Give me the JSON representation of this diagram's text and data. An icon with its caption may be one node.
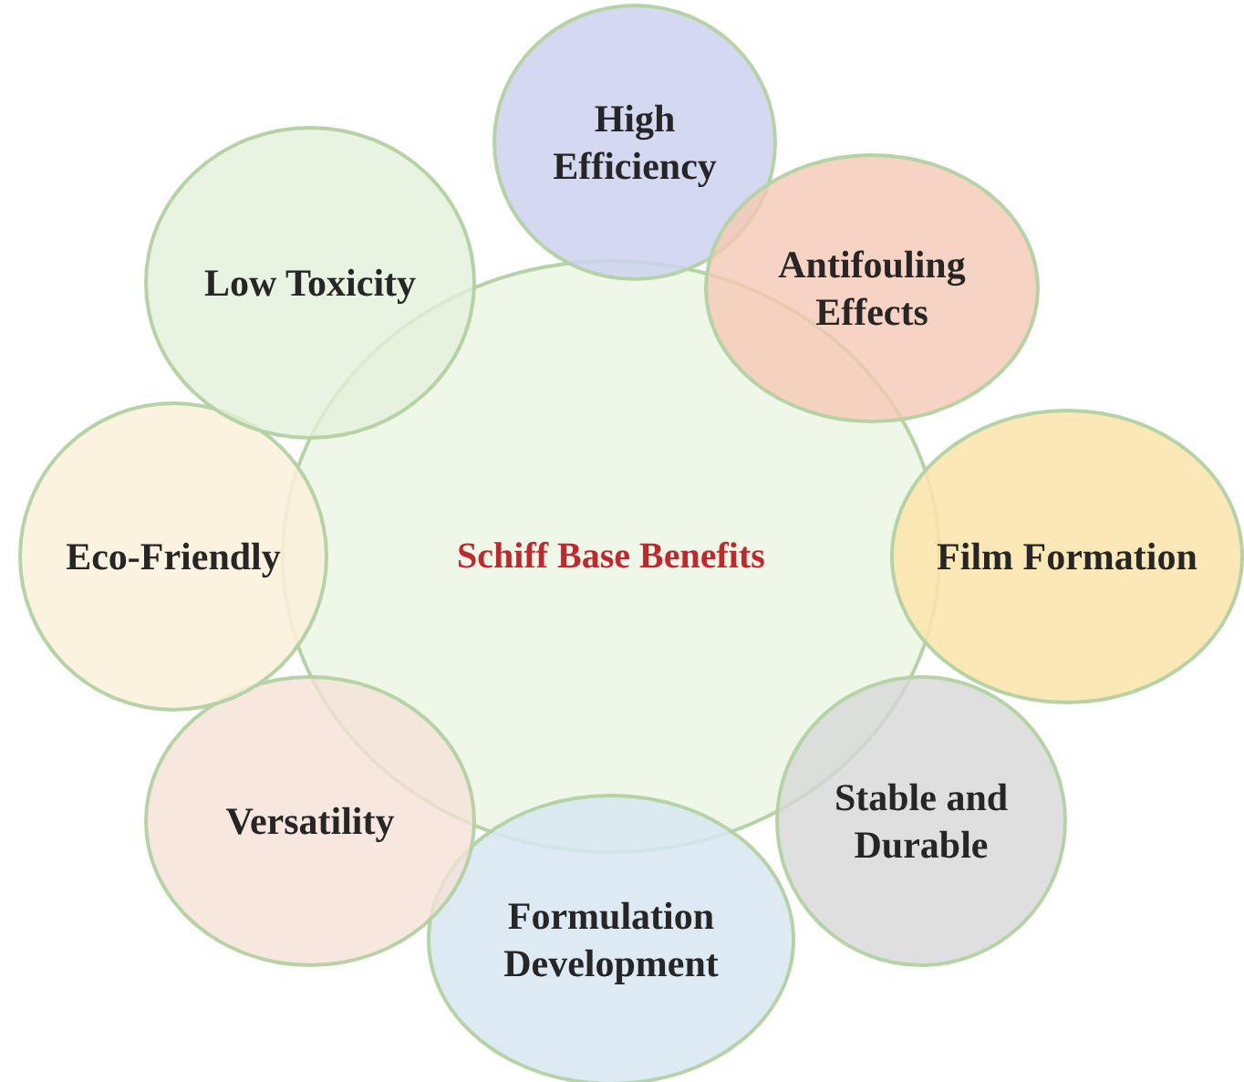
{
  "diagram": {
    "nodes": [
      {
        "text": [
          "Schiff Base Benefits"
        ]
      },
      {
        "text": [
          "High Efficiency"
        ]
      },
      {
        "text": [
          "Antifouling Effects"
        ]
      },
      {
        "text": [
          "Film Formation"
        ]
      },
      {
        "text": [
          "Stable and Durable"
        ]
      },
      {
        "text": [
          "Formulation Development"
        ]
      },
      {
        "text": [
          "Versatility"
        ]
      },
      {
        "text": [
          "Eco-Friendly"
        ]
      },
      {
        "text": [
          "Low Toxicity"
        ]
      }
    ]
  }
}
